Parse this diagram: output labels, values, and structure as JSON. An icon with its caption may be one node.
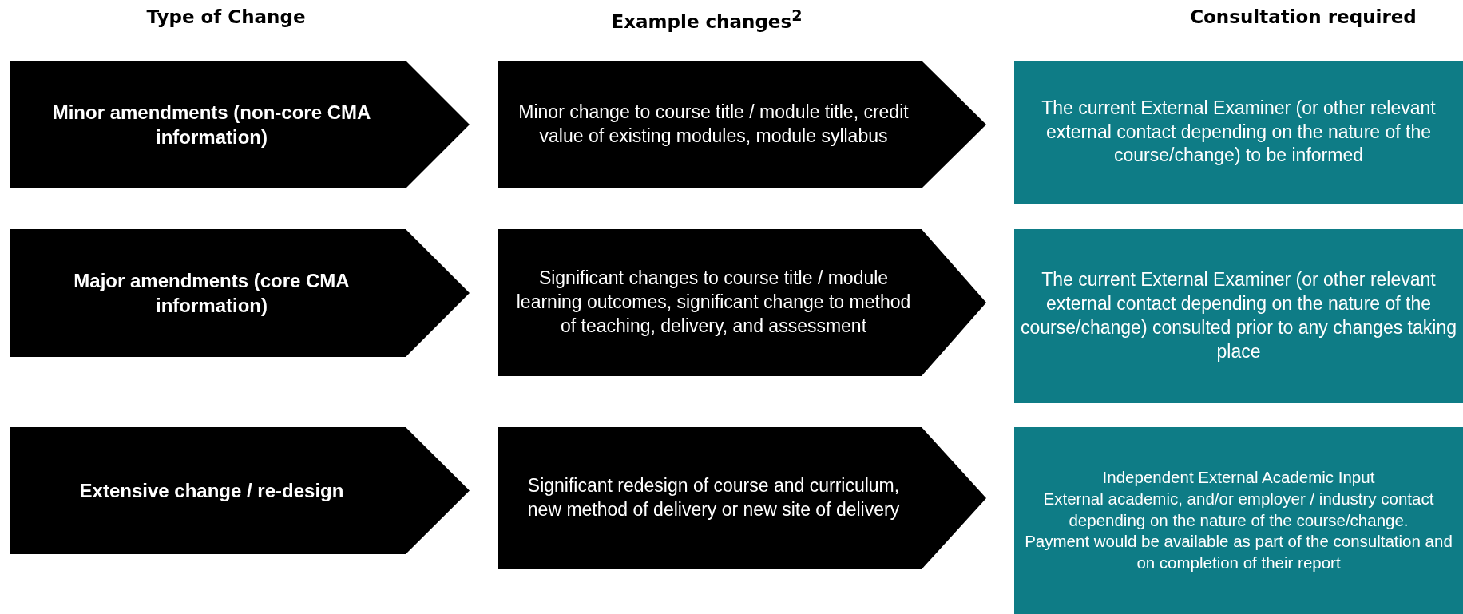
{
  "diagram": {
    "nodes": [
      {
        "text": [
          "Minor amendments (non-core CMA information)"
        ]
      },
      {
        "text": [
          "Minor change to course title / module title, credit value of existing modules, module syllabus"
        ]
      },
      {
        "text": [
          "The current External Examiner (or other relevant external contact depending on the nature of the course/change) to be informed"
        ]
      },
      {
        "text": [
          "Major amendments (core CMA information)"
        ]
      },
      {
        "text": [
          "Significant changes to course title / module learning outcomes, significant change to method of teaching, delivery, and assessment"
        ]
      },
      {
        "text": [
          "The current External Examiner (or other relevant external contact depending on the nature of the course/change) consulted prior to any changes taking place"
        ]
      },
      {
        "text": [
          "Extensive change / re-design"
        ]
      },
      {
        "text": [
          "Significant redesign of course and curriculum, new method of delivery or new site of delivery"
        ]
      },
      {
        "text": [
          "Independent External Academic Input",
          "External academic, and/or employer / industry contact depending on the nature of the course/change.",
          "Payment would be available as part of the consultation and on completion of their report"
        ]
      }
    ],
    "labels": [
      "Type of Change",
      "Example changes$^{2}$",
      "Consultation required"
    ]
  }
}
